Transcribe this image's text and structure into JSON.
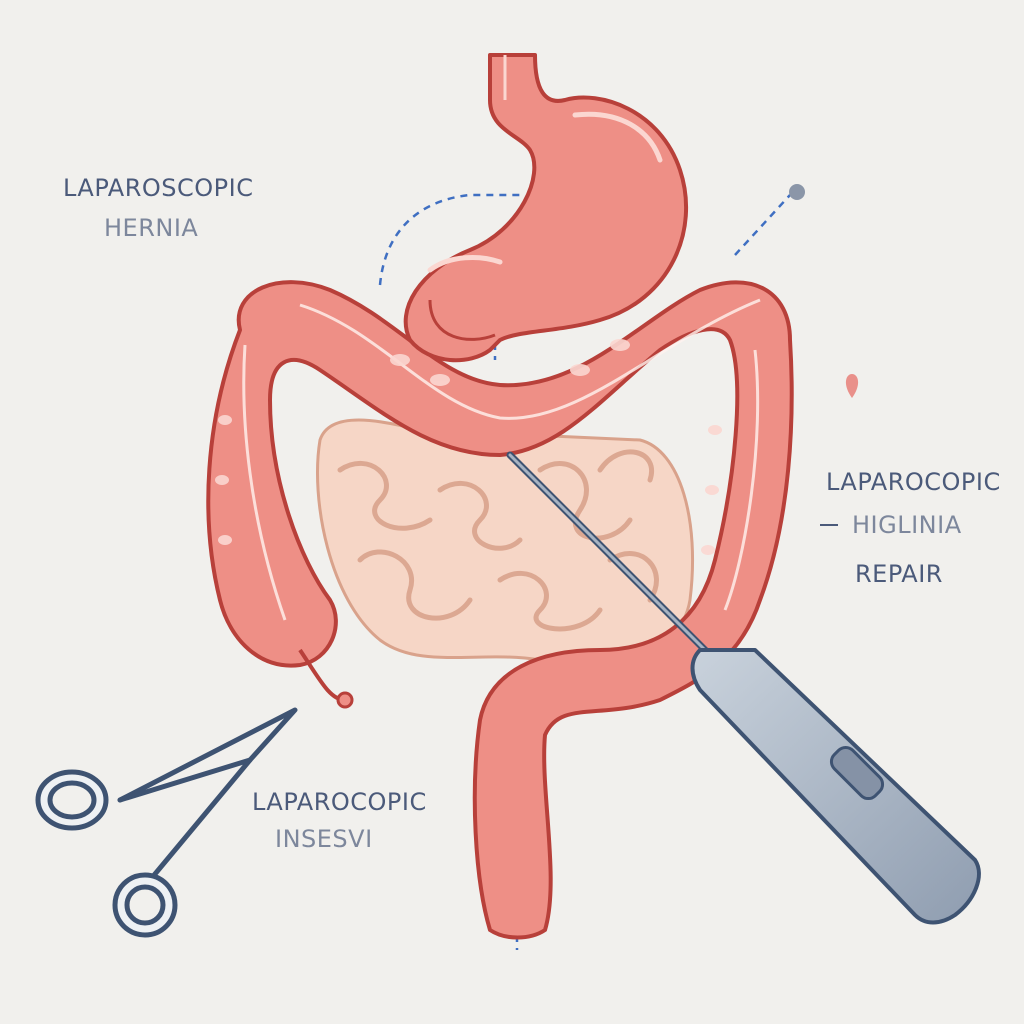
{
  "labels": {
    "top_left_line1": "LAPAROSCOPIC",
    "top_left_line2": "HERNIA",
    "right_line1": "LAPAROCOPIC",
    "right_line2": "HIGLINIA",
    "right_line3": "REPAIR",
    "bottom_line1": "LAPAROCOPIC",
    "bottom_line2": "INSESVI"
  },
  "colors": {
    "background": "#f1f0ed",
    "colon_fill": "#ee8f86",
    "colon_outline": "#b8403a",
    "small_intestine_fill": "#f6d6c6",
    "instrument_metal": "#a7b3c2",
    "instrument_outline": "#3e5372",
    "guide_line": "#3f6fc2"
  },
  "icons": [
    "stomach-illustration",
    "colon-illustration",
    "small-intestine-illustration",
    "laparoscopic-probe-icon",
    "surgical-scissors-icon"
  ]
}
